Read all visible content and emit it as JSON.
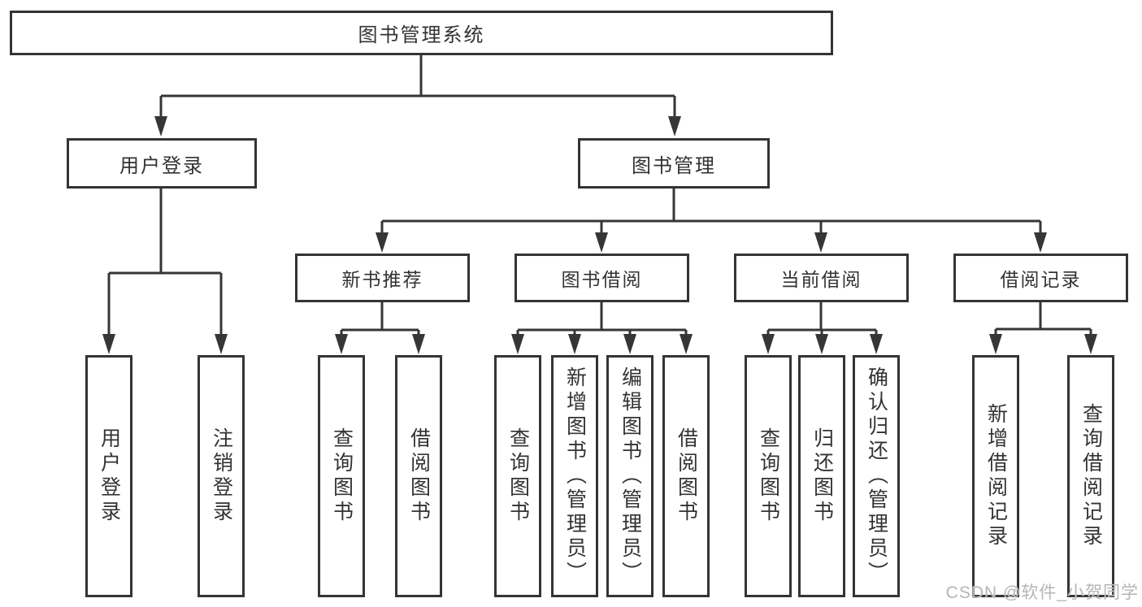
{
  "diagram": {
    "root": {
      "label": "图书管理系统"
    },
    "branches": [
      {
        "label": "用户登录",
        "children": [
          "用户登录",
          "注销登录"
        ]
      },
      {
        "label": "图书管理",
        "children": [
          {
            "label": "新书推荐",
            "children": [
              "查询图书",
              "借阅图书"
            ]
          },
          {
            "label": "图书借阅",
            "children": [
              "查询图书",
              "新增图书（管理员）",
              "编辑图书（管理员）",
              "借阅图书"
            ]
          },
          {
            "label": "当前借阅",
            "children": [
              "查询图书",
              "归还图书",
              "确认归还（管理员）"
            ]
          },
          {
            "label": "借阅记录",
            "children": [
              "新增借阅记录",
              "查询借阅记录"
            ]
          }
        ]
      }
    ]
  },
  "colors": {
    "line": "#363636",
    "text": "#333333",
    "watermark": "#b5b5b5"
  },
  "watermark": "CSDN @软件_小贺同学"
}
